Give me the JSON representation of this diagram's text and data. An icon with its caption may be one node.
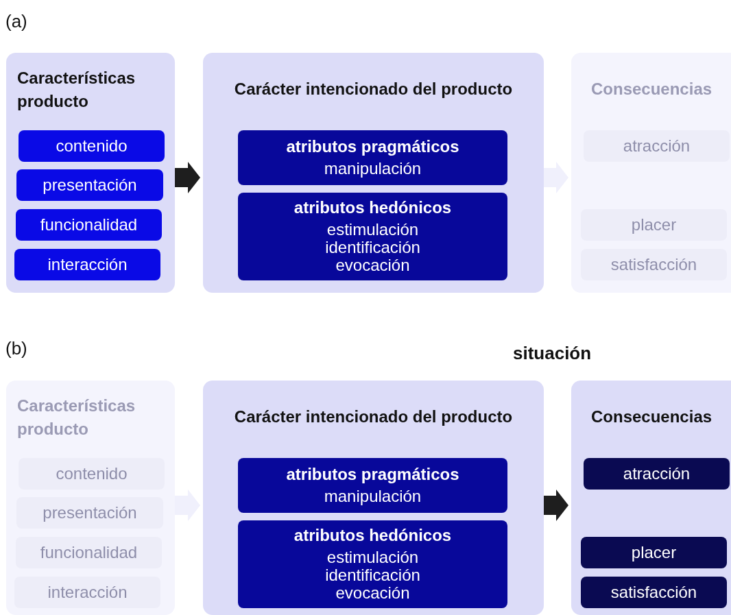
{
  "diagram": {
    "nodes": [
      {
        "text": [
          "Características producto"
        ]
      },
      {
        "text": [
          "contenido"
        ],
        "in": 0
      },
      {
        "text": [
          "presentación"
        ],
        "in": 0
      },
      {
        "text": [
          "funcionalidad"
        ],
        "in": 0
      },
      {
        "text": [
          "interacción"
        ],
        "in": 0
      },
      {
        "text": [
          "Carácter intencionado del producto"
        ]
      },
      {
        "text": [
          "atributos pragmáticos",
          "manipulación"
        ],
        "in": 5
      },
      {
        "text": [
          "atributos hedónicos",
          "estimulación",
          "identificación",
          "evocación"
        ],
        "in": 5
      },
      {
        "text": [
          "Consecuencias"
        ]
      },
      {
        "text": [
          "atracción"
        ],
        "in": 8
      },
      {
        "text": [
          "placer"
        ],
        "in": 8
      },
      {
        "text": [
          "satisfacción"
        ],
        "in": 8
      },
      {
        "text": [
          "Características producto"
        ]
      },
      {
        "text": [
          "contenido"
        ],
        "in": 12
      },
      {
        "text": [
          "presentación"
        ],
        "in": 12
      },
      {
        "text": [
          "funcionalidad"
        ],
        "in": 12
      },
      {
        "text": [
          "interacción"
        ],
        "in": 12
      },
      {
        "text": [
          "Carácter intencionado del producto"
        ]
      },
      {
        "text": [
          "atributos pragmáticos",
          "manipulación"
        ],
        "in": 17
      },
      {
        "text": [
          "atributos hedónicos",
          "estimulación",
          "identificación",
          "evocación"
        ],
        "in": 17
      },
      {
        "text": [
          "Consecuencias"
        ]
      },
      {
        "text": [
          "atracción"
        ],
        "in": 20
      },
      {
        "text": [
          "placer"
        ],
        "in": 20
      },
      {
        "text": [
          "satisfacción"
        ],
        "in": 20
      }
    ],
    "edges": [
      {
        "from": 0,
        "to": 5,
        "arrow": "to"
      },
      {
        "from": 5,
        "to": 8,
        "arrow": "to",
        "color": "#f0f0fc"
      },
      {
        "from": 12,
        "to": 17,
        "arrow": "to",
        "color": "#f0f0fc"
      },
      {
        "from": 17,
        "to": 20,
        "arrow": "to"
      }
    ],
    "labels": [
      "(a)",
      "(b)",
      "situación"
    ]
  }
}
